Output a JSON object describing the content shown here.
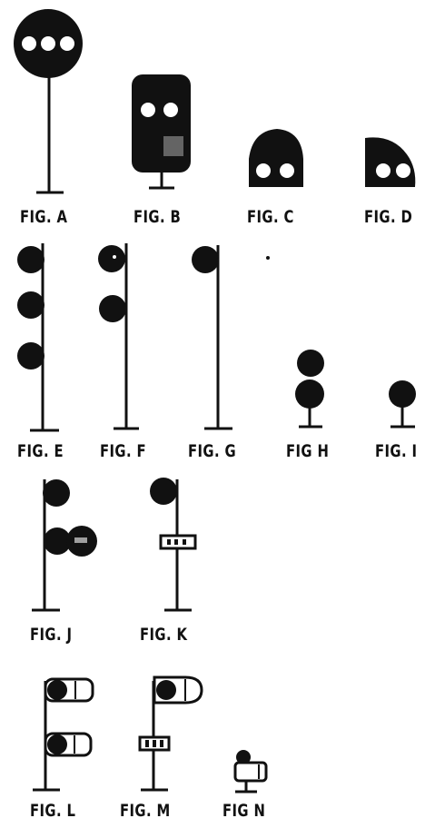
{
  "figures": {
    "a": {
      "label": "FIG. A"
    },
    "b": {
      "label": "FIG. B"
    },
    "c": {
      "label": "FIG. C"
    },
    "d": {
      "label": "FIG. D"
    },
    "e": {
      "label": "FIG. E"
    },
    "f": {
      "label": "FIG. F"
    },
    "g": {
      "label": "FIG. G"
    },
    "h": {
      "label": "FIG H"
    },
    "i": {
      "label": "FIG. I"
    },
    "j": {
      "label": "FIG. J"
    },
    "k": {
      "label": "FIG. K"
    },
    "l": {
      "label": "FIG. L"
    },
    "m": {
      "label": "FIG. M"
    },
    "n": {
      "label": "FIG N"
    }
  },
  "colors": {
    "ink": "#111111",
    "paper": "#ffffff"
  }
}
